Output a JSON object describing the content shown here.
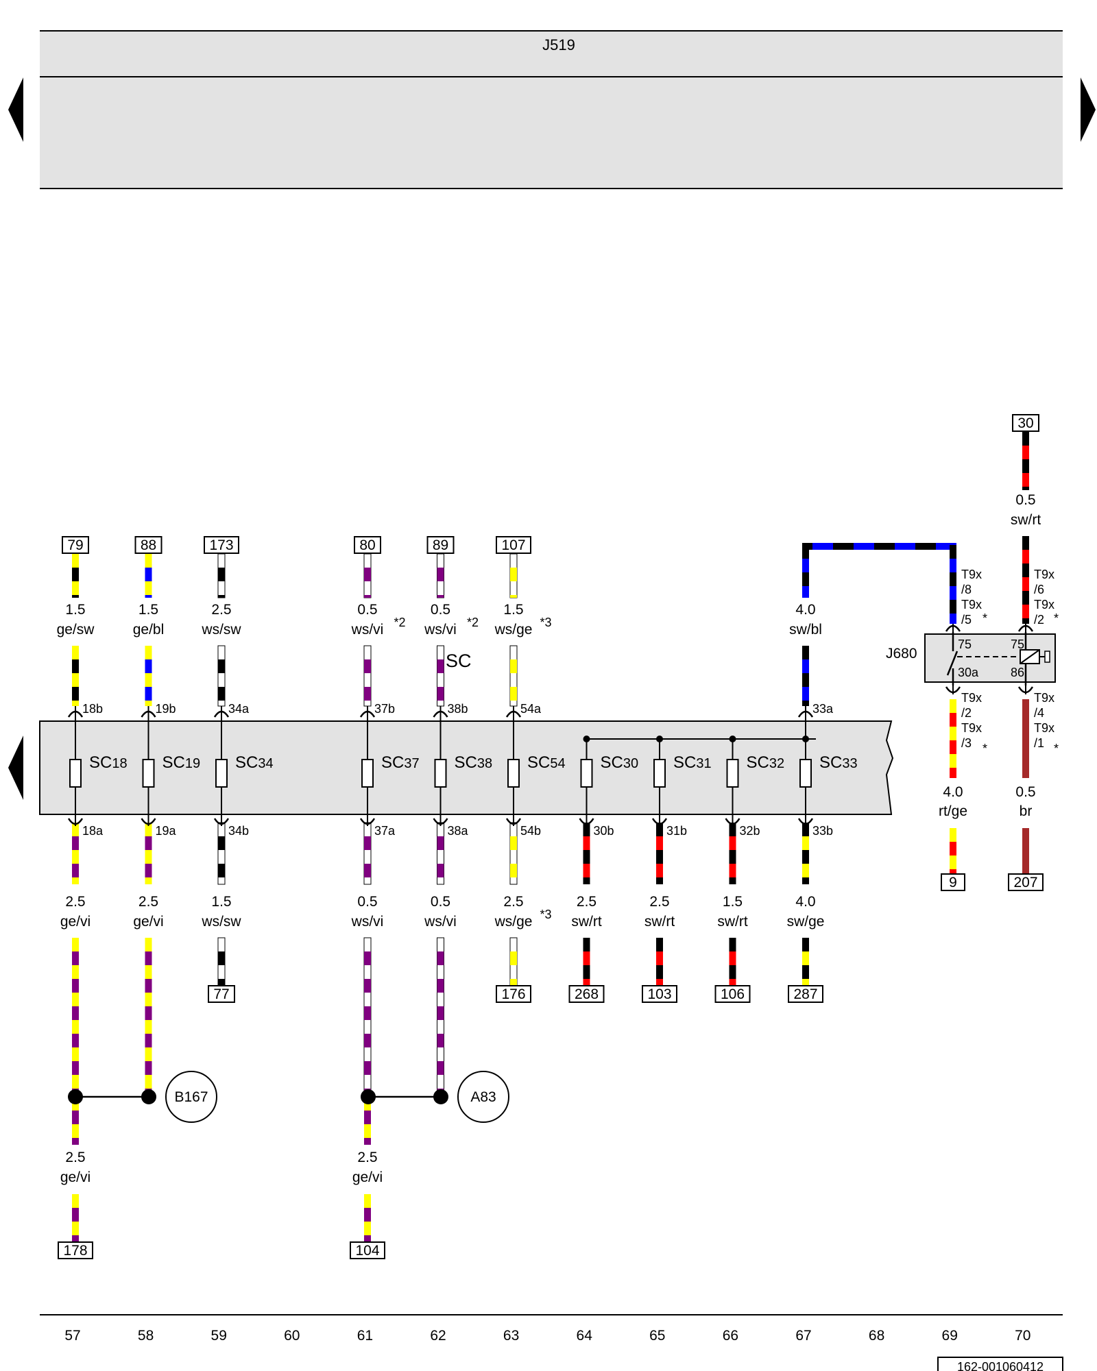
{
  "control_unit": {
    "name": "J519"
  },
  "fuses": [
    {
      "name": "SC18",
      "column": 57,
      "term_top": "18b",
      "term_bottom": "18a"
    },
    {
      "name": "SC19",
      "column": 58,
      "term_top": "19b",
      "term_bottom": "19a"
    },
    {
      "name": "SC34",
      "column": 59,
      "term_top": "34a",
      "term_bottom": "34b"
    },
    {
      "name": "SC37",
      "column": 61,
      "term_top": "37b",
      "term_bottom": "37a"
    },
    {
      "name": "SC38",
      "column": 62,
      "term_top": "38b",
      "term_bottom": "38a"
    },
    {
      "name": "SC54",
      "column": 63,
      "term_top": "54a",
      "term_bottom": "54b"
    },
    {
      "name": "SC30",
      "column": 64,
      "term_top": "",
      "term_bottom": "30b"
    },
    {
      "name": "SC31",
      "column": 65,
      "term_top": "",
      "term_bottom": "31b"
    },
    {
      "name": "SC32",
      "column": 66,
      "term_top": "",
      "term_bottom": "32b"
    },
    {
      "name": "SC33",
      "column": 67,
      "term_top": "33a",
      "term_bottom": "33b"
    }
  ],
  "top_wires": [
    {
      "column": 57,
      "ref": "79",
      "size": "1.5",
      "color": "ge/sw",
      "note": "",
      "c1": "#ffff00",
      "c2": "#000000"
    },
    {
      "column": 58,
      "ref": "88",
      "size": "1.5",
      "color": "ge/bl",
      "note": "",
      "c1": "#ffff00",
      "c2": "#0000ff"
    },
    {
      "column": 59,
      "ref": "173",
      "size": "2.5",
      "color": "ws/sw",
      "note": "",
      "c1": "#ffffff",
      "c2": "#000000"
    },
    {
      "column": 61,
      "ref": "80",
      "size": "0.5",
      "color": "ws/vi",
      "note": "*2",
      "c1": "#ffffff",
      "c2": "#800080"
    },
    {
      "column": 62,
      "ref": "89",
      "size": "0.5",
      "color": "ws/vi",
      "note": "*2",
      "c1": "#ffffff",
      "c2": "#800080"
    },
    {
      "column": 63,
      "ref": "107",
      "size": "1.5",
      "color": "ws/ge",
      "note": "*3",
      "c1": "#ffffff",
      "c2": "#ffff00"
    },
    {
      "column": 67,
      "ref": "",
      "size": "4.0",
      "color": "sw/bl",
      "note": "",
      "c1": "#000000",
      "c2": "#0000ff"
    }
  ],
  "bottom_wires": [
    {
      "column": 57,
      "ref": "",
      "size": "2.5",
      "color": "ge/vi",
      "note": "",
      "c1": "#ffff00",
      "c2": "#800080"
    },
    {
      "column": 58,
      "ref": "",
      "size": "2.5",
      "color": "ge/vi",
      "note": "",
      "c1": "#ffff00",
      "c2": "#800080"
    },
    {
      "column": 59,
      "ref": "77",
      "size": "1.5",
      "color": "ws/sw",
      "note": "",
      "c1": "#ffffff",
      "c2": "#000000"
    },
    {
      "column": 61,
      "ref": "",
      "size": "0.5",
      "color": "ws/vi",
      "note": "",
      "c1": "#ffffff",
      "c2": "#800080"
    },
    {
      "column": 62,
      "ref": "",
      "size": "0.5",
      "color": "ws/vi",
      "note": "",
      "c1": "#ffffff",
      "c2": "#800080"
    },
    {
      "column": 63,
      "ref": "176",
      "size": "2.5",
      "color": "ws/ge",
      "note": "*3",
      "c1": "#ffffff",
      "c2": "#ffff00"
    },
    {
      "column": 64,
      "ref": "268",
      "size": "2.5",
      "color": "sw/rt",
      "note": "",
      "c1": "#000000",
      "c2": "#ff0000"
    },
    {
      "column": 65,
      "ref": "103",
      "size": "2.5",
      "color": "sw/rt",
      "note": "",
      "c1": "#000000",
      "c2": "#ff0000"
    },
    {
      "column": 66,
      "ref": "106",
      "size": "1.5",
      "color": "sw/rt",
      "note": "",
      "c1": "#000000",
      "c2": "#ff0000"
    },
    {
      "column": 67,
      "ref": "287",
      "size": "4.0",
      "color": "sw/ge",
      "note": "",
      "c1": "#000000",
      "c2": "#ffff00"
    }
  ],
  "lower_wires": [
    {
      "column": 57,
      "ref": "178",
      "size": "2.5",
      "color": "ge/vi",
      "c1": "#ffff00",
      "c2": "#800080"
    },
    {
      "column": 61,
      "ref": "104",
      "size": "2.5",
      "color": "ge/vi",
      "c1": "#ffff00",
      "c2": "#800080"
    }
  ],
  "components": [
    {
      "name": "B167",
      "columns": [
        57,
        58
      ]
    },
    {
      "name": "A83",
      "columns": [
        61,
        62
      ]
    }
  ],
  "relay": {
    "name": "J680",
    "pin_labels": [
      "75",
      "30a",
      "75",
      "86"
    ],
    "connectors_left_top": [
      "T9x",
      "/8",
      "T9x",
      "/5"
    ],
    "connectors_right_top": [
      "T9x",
      "/6",
      "T9x",
      "/2"
    ],
    "connectors_left_bottom": [
      "T9x",
      "/2",
      "T9x",
      "/3"
    ],
    "connectors_right_bottom": [
      "T9x",
      "/4",
      "T9x",
      "/1"
    ],
    "star": "*",
    "wire_in": {
      "ref": "30",
      "size": "0.5",
      "color": "sw/rt"
    },
    "wire_out_left": {
      "ref": "9",
      "size": "4.0",
      "color": "rt/ge"
    },
    "wire_out_right": {
      "ref": "207",
      "size": "0.5",
      "color": "br"
    }
  },
  "partial_label": "SC",
  "columns": [
    "57",
    "58",
    "59",
    "60",
    "61",
    "62",
    "63",
    "64",
    "65",
    "66",
    "67",
    "68",
    "69",
    "70"
  ],
  "doc_number": "162-001060412"
}
